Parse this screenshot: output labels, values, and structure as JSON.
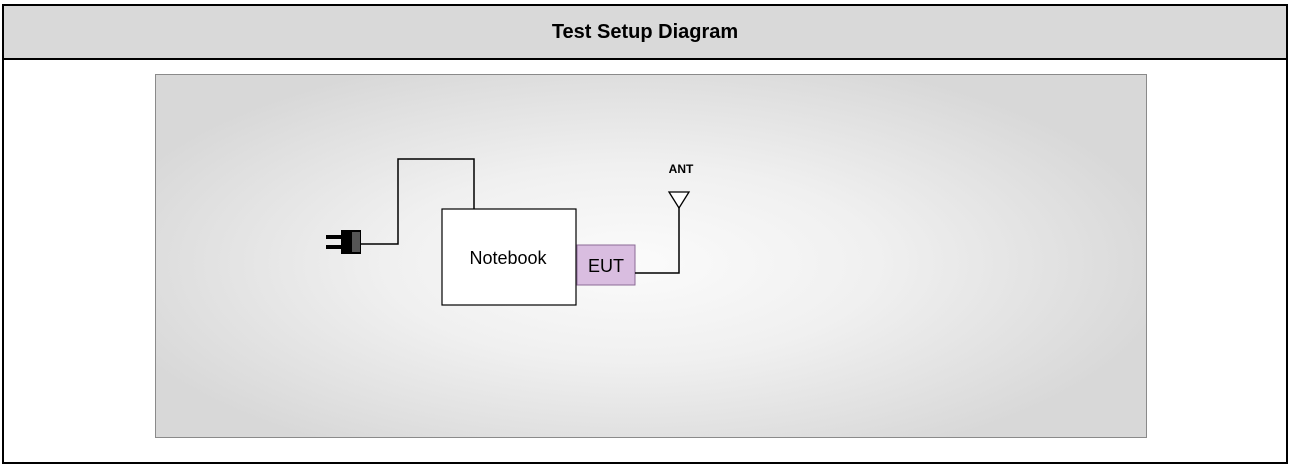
{
  "header": {
    "title": "Test Setup Diagram"
  },
  "diagram": {
    "notebook_label": "Notebook",
    "eut_label": "EUT",
    "antenna_label": "ANT",
    "eut_fill": "#d9bde0",
    "eut_border": "#8c6a96",
    "notebook_fill": "#ffffff",
    "connector_icon": "power-plug-icon",
    "antenna_icon": "antenna-icon"
  }
}
